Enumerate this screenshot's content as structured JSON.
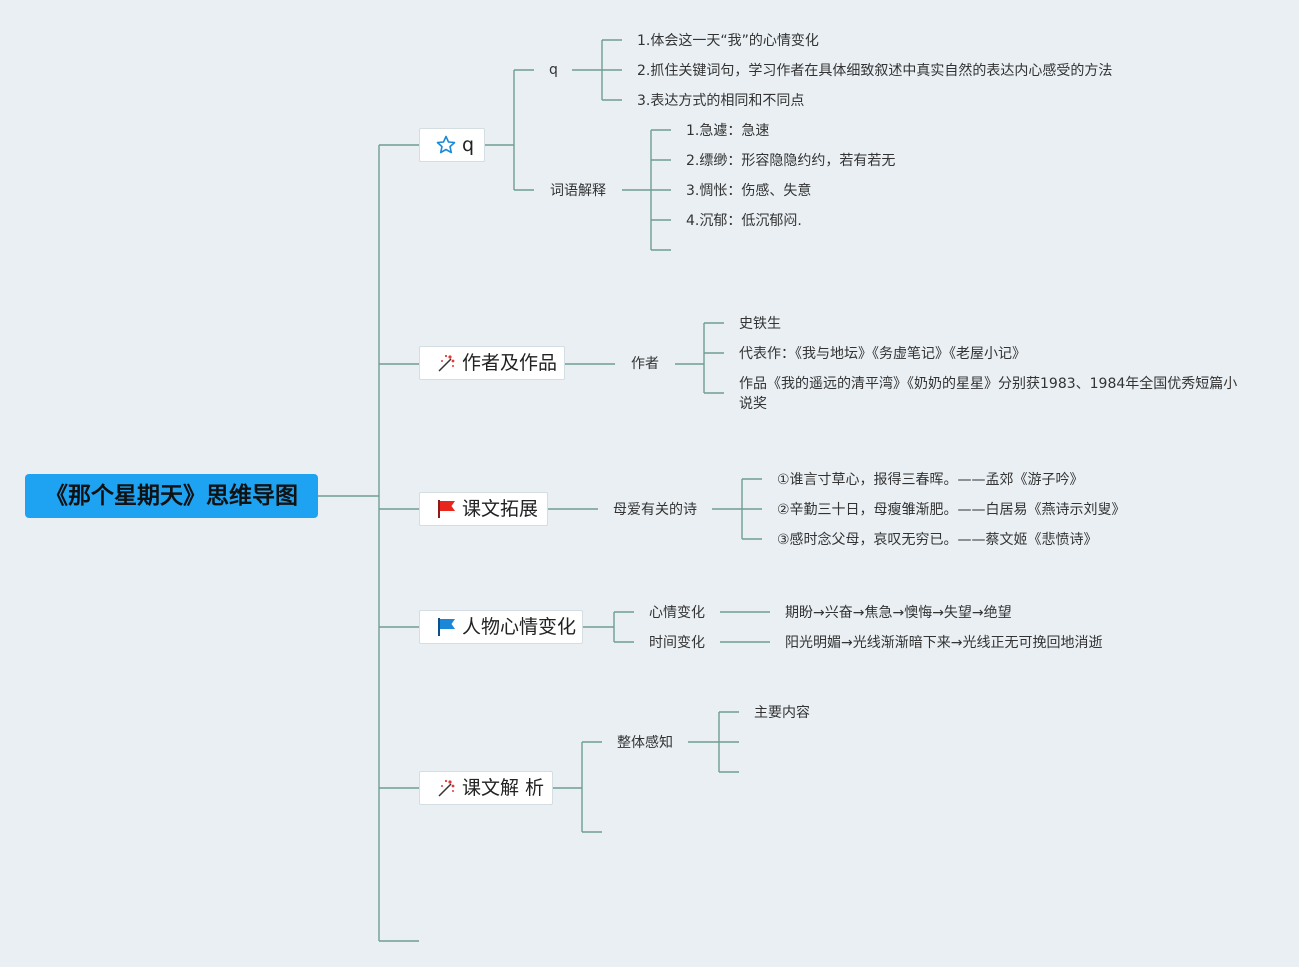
{
  "root": "《那个星期天》思维导图",
  "branches": {
    "b1": {
      "label": "q",
      "icon": "star-icon",
      "q": {
        "label": "q",
        "items": [
          "1.体会这一天“我”的心情变化",
          "2.抓住关键词句，学习作者在具体细致叙述中真实自然的表达内心感受的方法",
          "3.表达方式的相同和不同点"
        ]
      },
      "words": {
        "label": "词语解释",
        "items": [
          "1.急遽：急速",
          "2.缥缈：形容隐隐约约，若有若无",
          "3.惆怅：伤感、失意",
          "4.沉郁：低沉郁闷."
        ]
      }
    },
    "b2": {
      "label": "作者及作品",
      "icon": "sparkle-icon",
      "author": {
        "label": "作者",
        "items": [
          "史铁生",
          "代表作：《我与地坛》《务虚笔记》《老屋小记》",
          "作品《我的遥远的清平湾》《奶奶的星星》分别获1983、1984年全国优秀短篇小",
          "说奖"
        ]
      }
    },
    "b3": {
      "label": "课文拓展",
      "icon": "red-flag-icon",
      "poems": {
        "label": "母爱有关的诗",
        "items": [
          "①谁言寸草心，报得三春晖。——孟郊《游子吟》",
          "②辛勤三十日，母瘦雏渐肥。——白居易《燕诗示刘叟》",
          "③感时念父母，哀叹无穷已。——蔡文姬《悲愤诗》"
        ]
      }
    },
    "b4": {
      "label": "人物心情变化",
      "icon": "blue-flag-icon",
      "mood": {
        "label": "心情变化",
        "value": "期盼→兴奋→焦急→懊悔→失望→绝望"
      },
      "time": {
        "label": "时间变化",
        "value": "阳光明媚→光线渐渐暗下来→光线正无可挽回地消逝"
      }
    },
    "b5": {
      "label": "课文解 析",
      "icon": "sparkle-icon",
      "overall": {
        "label": "整体感知",
        "items": [
          "主要内容"
        ]
      }
    }
  },
  "colors": {
    "background": "#e9eff3",
    "root": "#1da3f2",
    "line": "#6f9e95"
  }
}
